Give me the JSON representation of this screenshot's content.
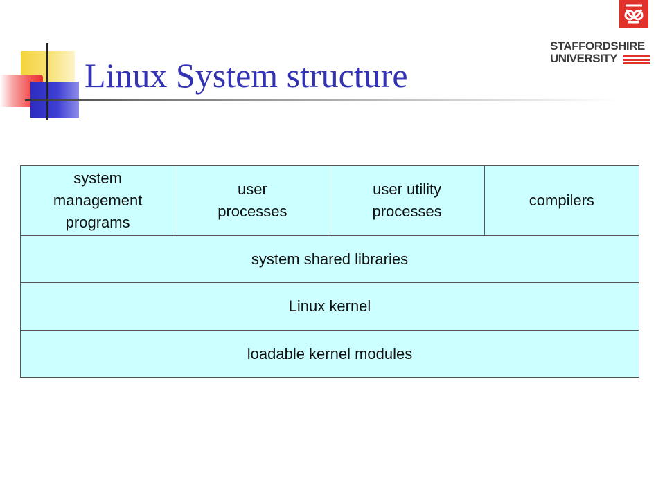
{
  "slide": {
    "title": "Linux System structure"
  },
  "logo": {
    "line1": "STAFFORDSHIRE",
    "line2": "UNIVERSITY"
  },
  "diagram": {
    "top_row": [
      "system\nmanagement\nprograms",
      "user\nprocesses",
      "user utility\nprocesses",
      "compilers"
    ],
    "layers": [
      "system shared libraries",
      "Linux kernel",
      "loadable kernel modules"
    ]
  },
  "colors": {
    "title": "#3333b3",
    "box_fill": "#ccffff",
    "box_border": "#555555",
    "logo_red": "#e2312b"
  }
}
